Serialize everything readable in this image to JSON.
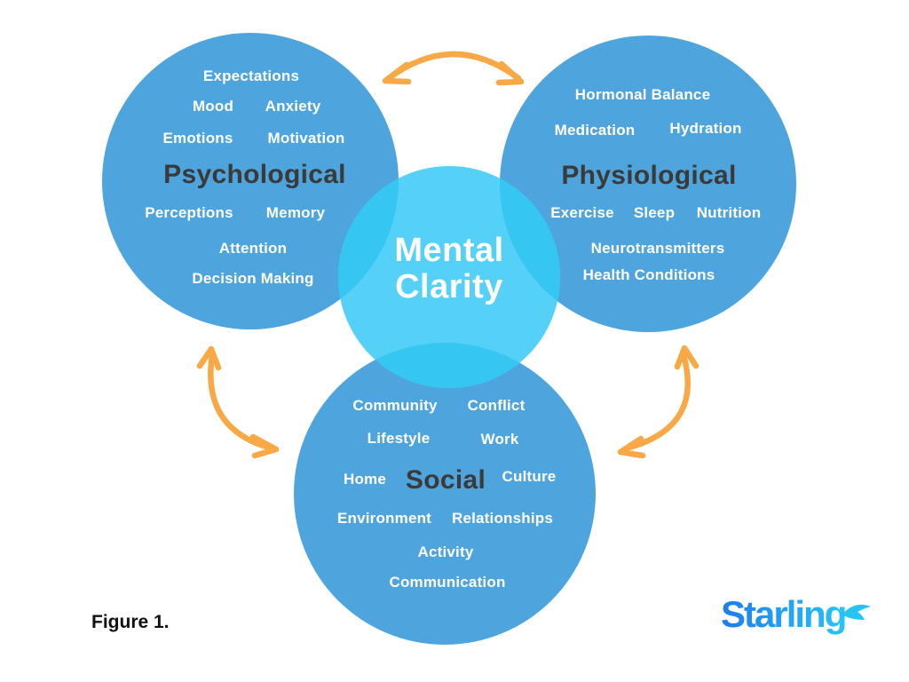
{
  "figure": {
    "label": "Figure 1."
  },
  "center": {
    "line1": "Mental",
    "line2": "Clarity"
  },
  "circles": {
    "psychological": {
      "title": "Psychological",
      "items": [
        "Expectations",
        "Mood",
        "Anxiety",
        "Emotions",
        "Motivation",
        "Perceptions",
        "Memory",
        "Attention",
        "Decision Making"
      ]
    },
    "physiological": {
      "title": "Physiological",
      "items": [
        "Hormonal Balance",
        "Medication",
        "Hydration",
        "Exercise",
        "Sleep",
        "Nutrition",
        "Neurotransmitters",
        "Health Conditions"
      ]
    },
    "social": {
      "title": "Social",
      "items": [
        "Community",
        "Conflict",
        "Lifestyle",
        "Work",
        "Home",
        "Culture",
        "Environment",
        "Relationships",
        "Activity",
        "Communication"
      ]
    }
  },
  "logo": {
    "text": "Starling"
  },
  "colors": {
    "background": "#FFFFFF",
    "main_circle": "#4EA4DC",
    "center_circle": "#55D1F7",
    "overlap_lens": "#35C6F2",
    "arrow": "#F8A845",
    "circle_title_text": "#3A3A3A",
    "item_text": "#FFFFFF",
    "figure_label_text": "#111111",
    "logo_blue_start": "#1E7CEE",
    "logo_blue_end": "#27C3F7"
  }
}
